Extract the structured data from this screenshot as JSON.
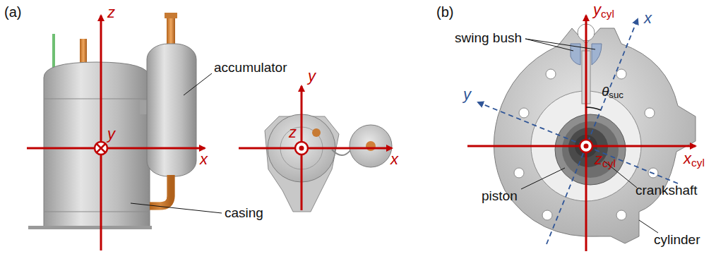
{
  "diagram": {
    "labels": [
      "(a)",
      "z",
      "y",
      "x",
      "accumulator",
      "casing",
      "y",
      "z",
      "x",
      "(b)",
      "ycyl",
      "x",
      "swing bush",
      "θsuc",
      "y",
      "xcyl",
      "zcyl",
      "piston",
      "crankshaft",
      "cylinder"
    ]
  }
}
